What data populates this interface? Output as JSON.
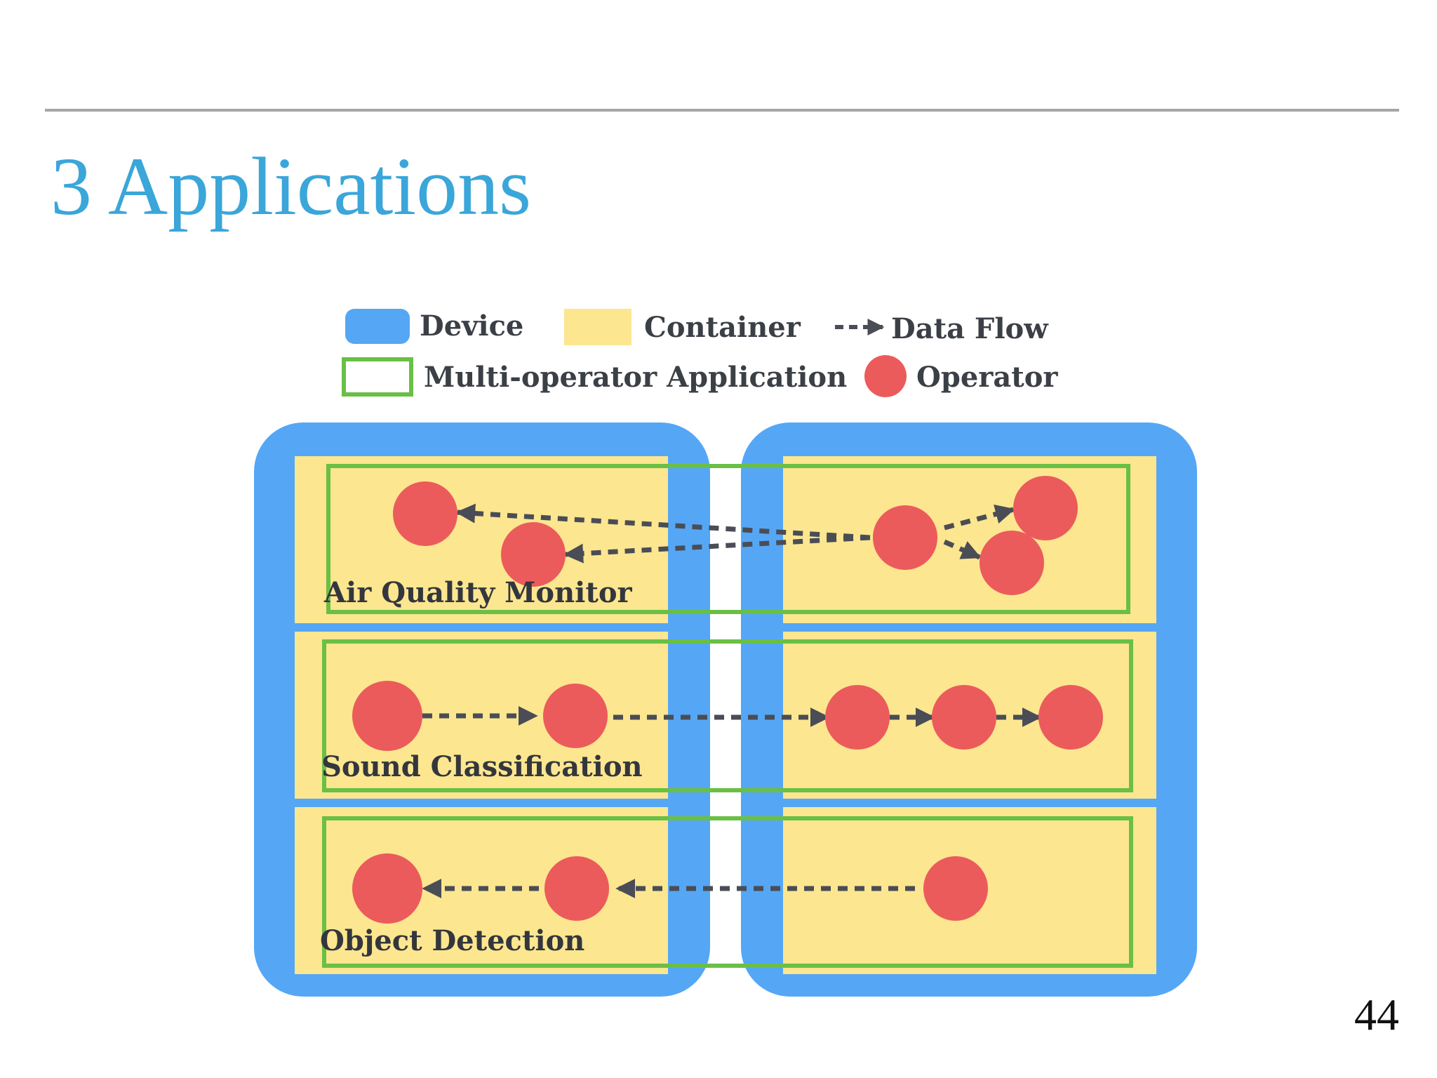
{
  "slide": {
    "title": "3 Applications",
    "page_number": "44"
  },
  "legend": {
    "device_label": "Device",
    "container_label": "Container",
    "data_flow_label": "Data Flow",
    "application_label": "Multi-operator Application",
    "operator_label": "Operator"
  },
  "applications": [
    {
      "name": "Air Quality Monitor"
    },
    {
      "name": "Sound Classification"
    },
    {
      "name": "Object Detection"
    }
  ],
  "colors": {
    "title": "#3aa6d9",
    "device": "#55a7f5",
    "container": "#fce690",
    "application_outline": "#6abf45",
    "operator": "#ec5b5b",
    "data_flow": "#4a4d55",
    "rule": "#a6a6a6"
  },
  "icons": {
    "device": "rounded-rectangle",
    "container": "rectangle",
    "data_flow": "dashed-arrow",
    "application": "outlined-rectangle",
    "operator": "circle"
  }
}
